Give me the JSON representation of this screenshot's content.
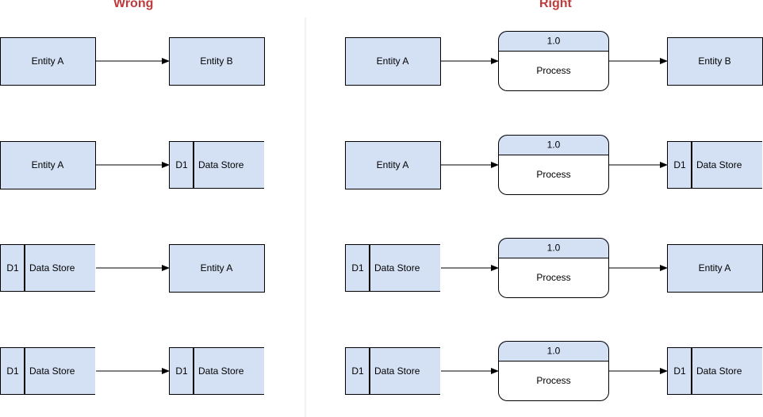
{
  "headings": {
    "wrong": "Wrong",
    "right": "Right"
  },
  "colors": {
    "fill": "#d4e1f5",
    "stroke": "#000000",
    "heading": "#c0393b",
    "divider": "#e6e6e6"
  },
  "labels": {
    "entity_a": "Entity A",
    "entity_b": "Entity B",
    "store_id": "D1",
    "data_store": "Data Store",
    "process_id": "1.0",
    "process": "Process"
  },
  "wrong_rows": [
    {
      "from": "entity_a",
      "to": "entity_b"
    },
    {
      "from": "entity_a",
      "to": "data_store"
    },
    {
      "from": "data_store",
      "to": "entity_a"
    },
    {
      "from": "data_store",
      "to": "data_store"
    }
  ],
  "right_rows": [
    {
      "from": "entity_a",
      "via": "process",
      "to": "entity_b"
    },
    {
      "from": "entity_a",
      "via": "process",
      "to": "data_store"
    },
    {
      "from": "data_store",
      "via": "process",
      "to": "entity_a"
    },
    {
      "from": "data_store",
      "via": "process",
      "to": "data_store"
    }
  ]
}
